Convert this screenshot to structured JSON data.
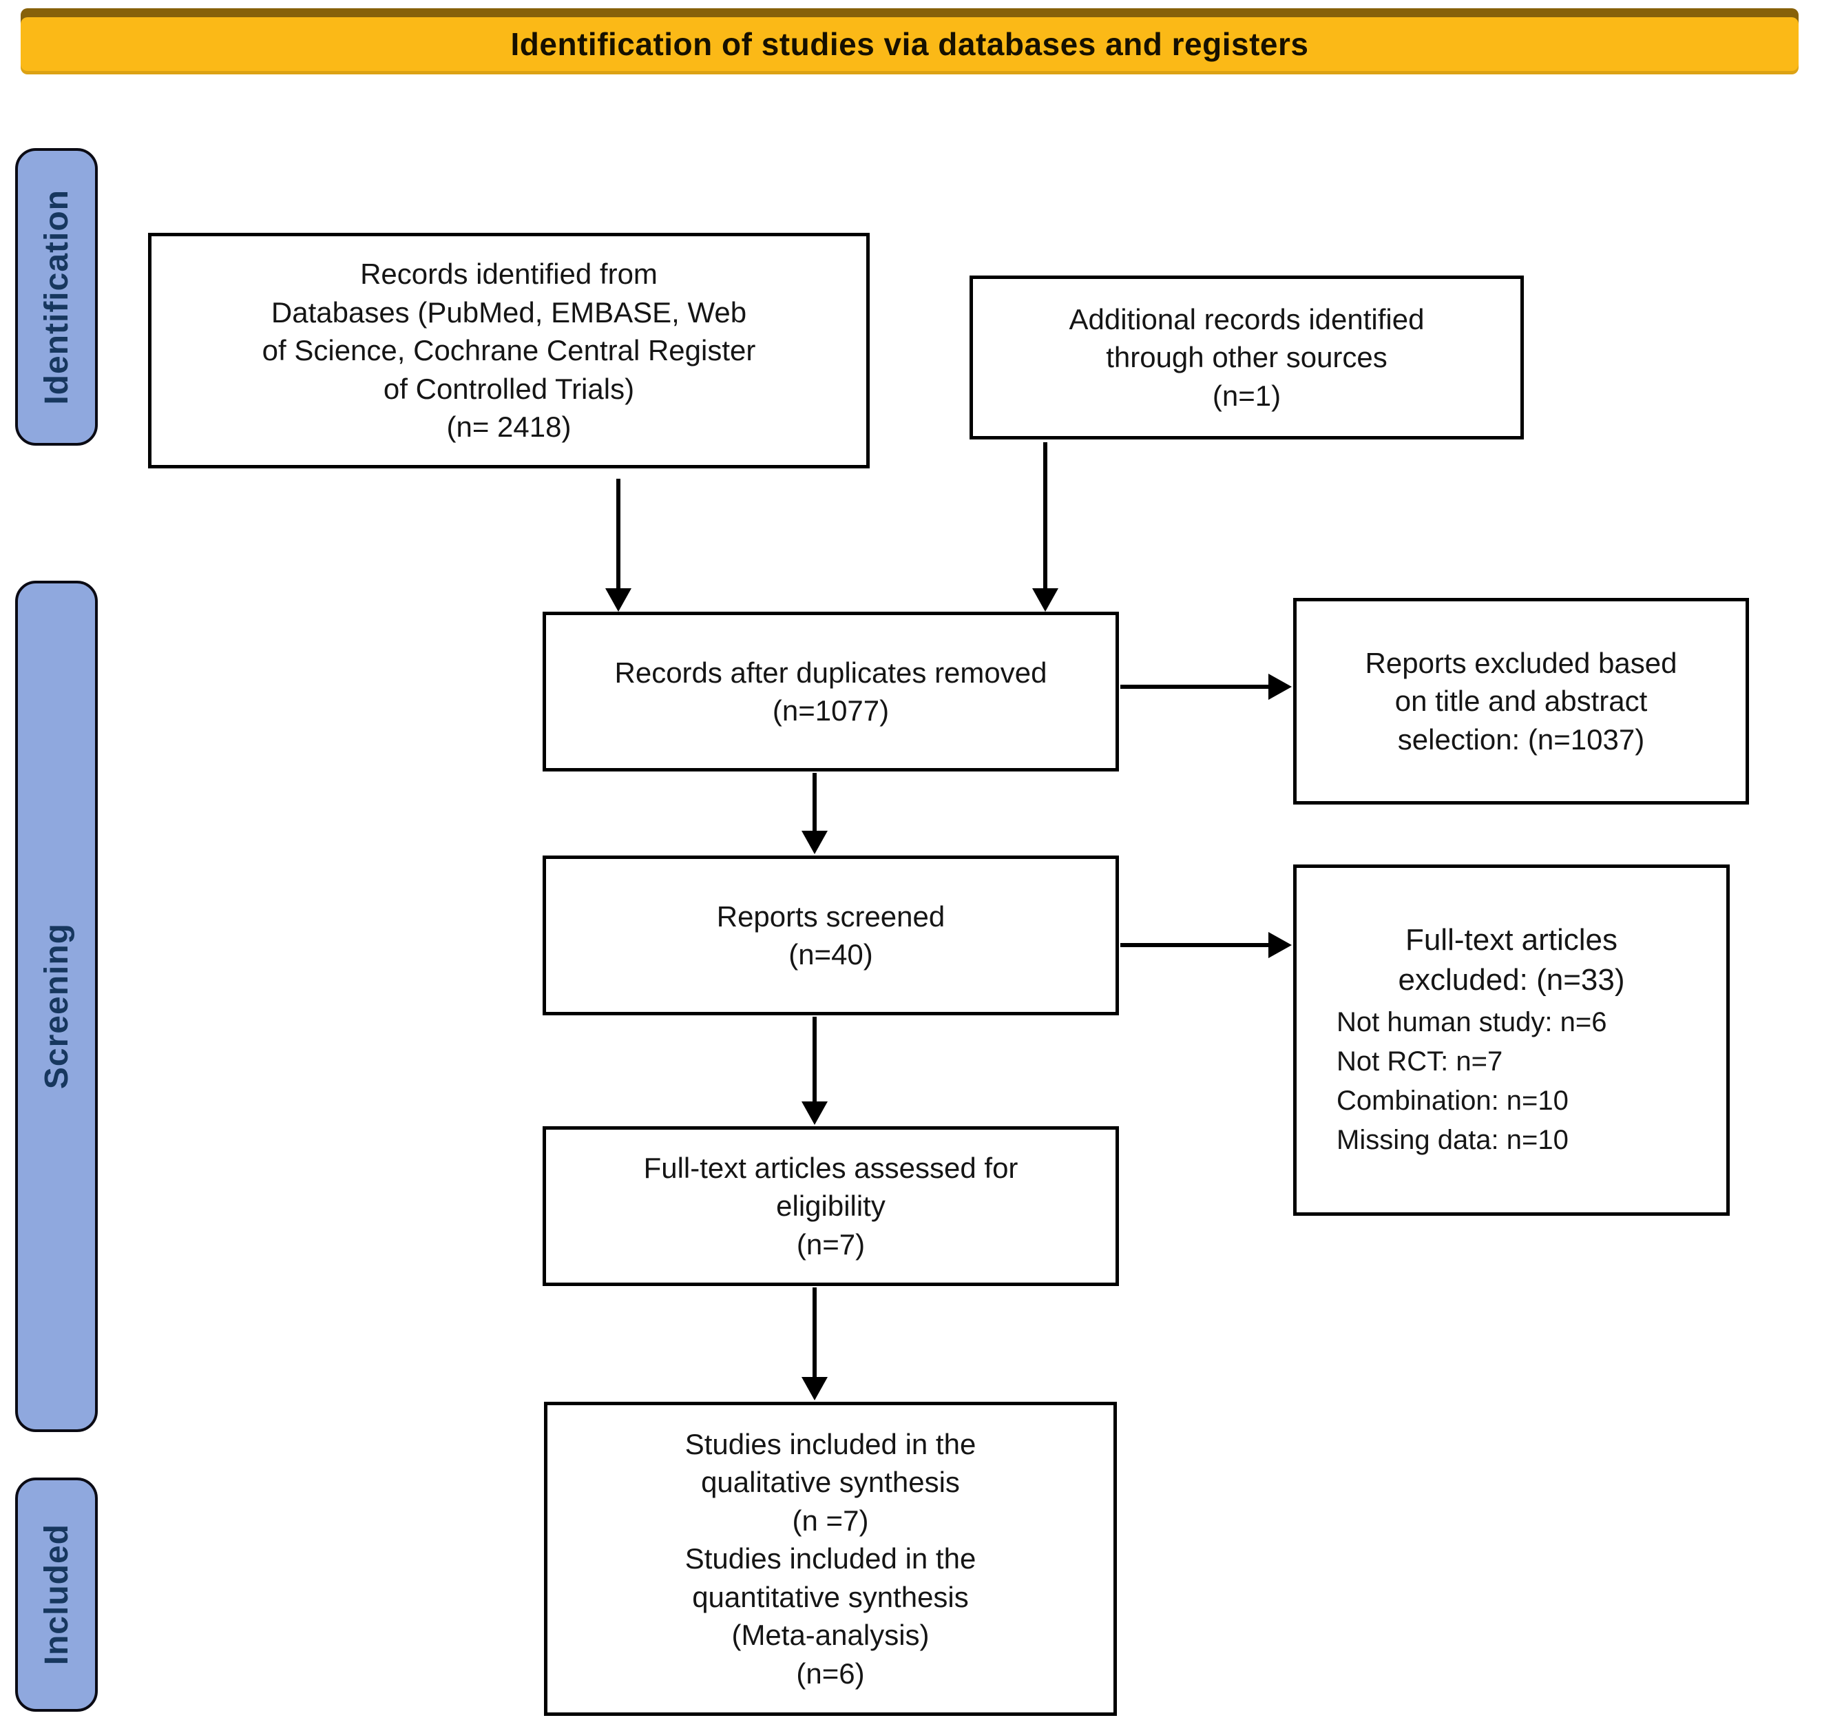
{
  "banner": {
    "title": "Identification of studies via databases and registers"
  },
  "sidebar": {
    "stages": [
      {
        "label": "Identification"
      },
      {
        "label": "Screening"
      },
      {
        "label": "Included"
      }
    ]
  },
  "boxes": {
    "records_identified": {
      "lines": [
        "Records identified from",
        "Databases (PubMed, EMBASE, Web",
        "of Science, Cochrane Central Register",
        "of Controlled Trials)",
        "(n= 2418)"
      ]
    },
    "additional_records": {
      "lines": [
        "Additional records identified",
        "through other sources",
        "(n=1)"
      ]
    },
    "duplicates_removed": {
      "lines": [
        "Records after duplicates removed",
        "(n=1077)"
      ]
    },
    "reports_excluded": {
      "lines": [
        "Reports excluded based",
        "on title and abstract",
        "selection: (n=1037)"
      ]
    },
    "reports_screened": {
      "lines": [
        "Reports screened",
        "(n=40)"
      ]
    },
    "fulltext_excluded": {
      "heading_lines": [
        "Full-text articles",
        "excluded: (n=33)"
      ],
      "reasons": [
        "Not human study: n=6",
        "Not RCT: n=7",
        "Combination: n=10",
        "Missing data: n=10"
      ]
    },
    "fulltext_assessed": {
      "lines": [
        "Full-text articles assessed for",
        "eligibility",
        "(n=7)"
      ]
    },
    "studies_included": {
      "lines": [
        "Studies included in the",
        "qualitative synthesis",
        "(n =7)",
        "Studies included in the",
        "quantitative synthesis",
        "(Meta-analysis)",
        "(n=6)"
      ]
    }
  },
  "colors": {
    "banner_bg": "#FBB917",
    "stage_bg": "#8FA8DE",
    "stage_text": "#17375E",
    "line": "#000000"
  }
}
